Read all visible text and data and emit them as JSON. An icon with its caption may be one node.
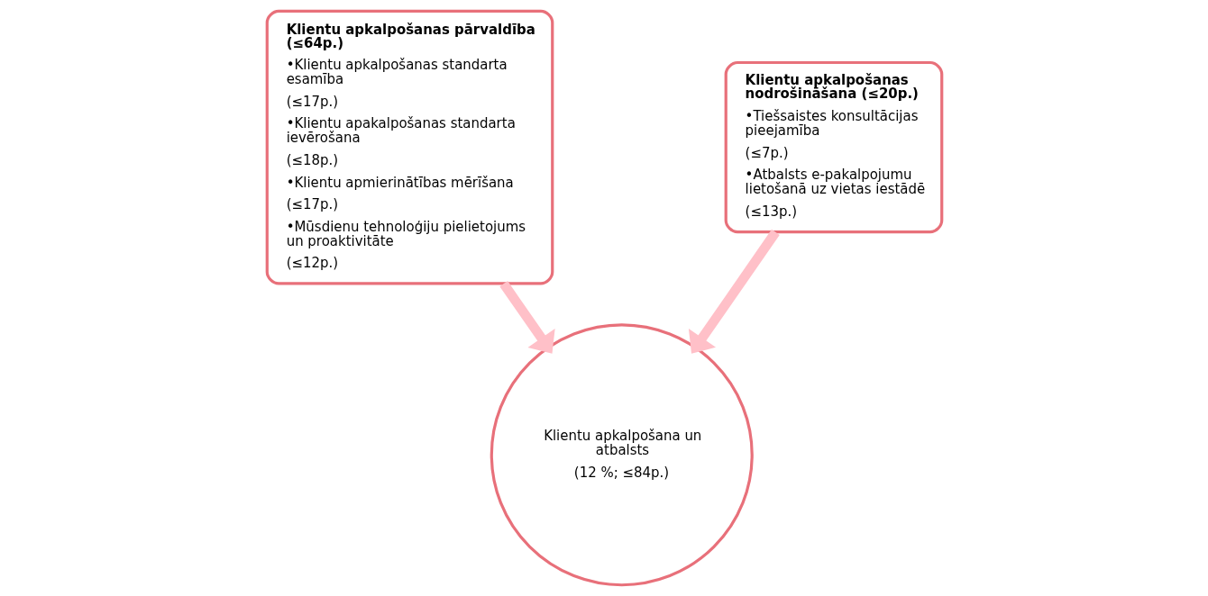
{
  "diagram": {
    "nodes": [
      {
        "text": [
          "Klientu apkalpošanas pārvaldība (≤64p.)",
          "•Klientu apkalpošanas standarta esamība",
          "(≤17p.)",
          "•Klientu apakalpošanas standarta ievērošana",
          "(≤18p.)",
          "•Klientu apmierinātības mērīšana",
          "(≤17p.)",
          "•Mūsdienu tehnoloģiju pielietojums un proaktivitāte",
          "(≤12p.)"
        ]
      },
      {
        "text": [
          "Klientu apkalpošanas nodrošināšana (≤20p.)",
          "•Tiešsaistes konsultācijas pieejamība",
          "(≤7p.)",
          "•Atbalsts e-pakalpojumu lietošanā uz vietas iestādē",
          "(≤13p.)"
        ]
      },
      {
        "text": [
          "Klientu apkalpošana un atbalsts",
          "(12 %; ≤84p.)"
        ]
      }
    ],
    "edges": [
      {
        "from": 0,
        "to": 2,
        "arrow": "to"
      },
      {
        "from": 1,
        "to": 2,
        "arrow": "to"
      }
    ]
  }
}
